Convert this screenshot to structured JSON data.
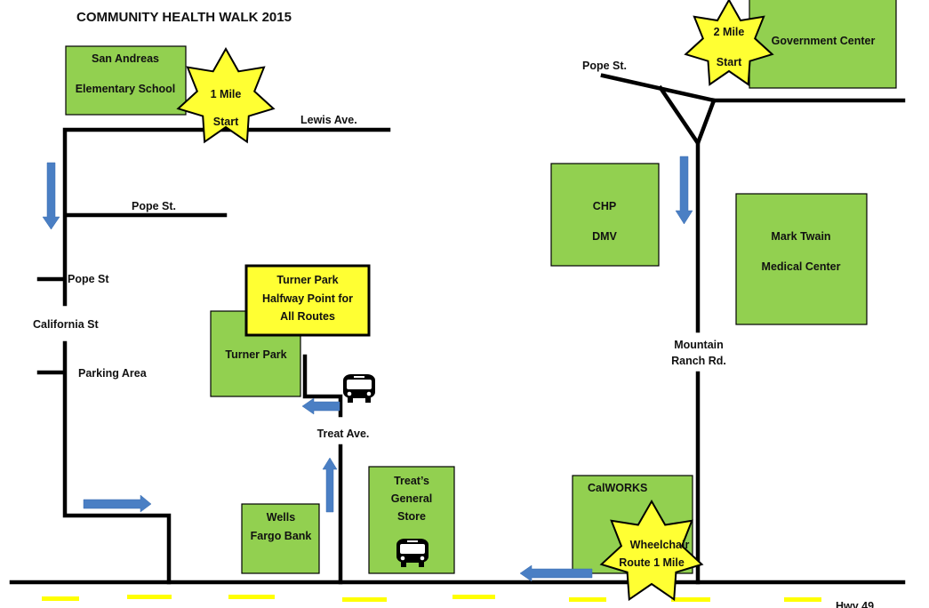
{
  "title": "COMMUNITY HEALTH WALK 2015",
  "buildings": {
    "school": [
      "San Andreas",
      "Elementary School"
    ],
    "government": "Government Center",
    "chp_dmv": [
      "CHP",
      "DMV"
    ],
    "medical": [
      "Mark Twain",
      "Medical Center"
    ],
    "turner_park": "Turner Park",
    "wells_fargo": [
      "Wells",
      "Fargo Bank"
    ],
    "treats": [
      "Treat’s",
      "General",
      "Store"
    ],
    "calworks": "CalWORKS"
  },
  "streets": {
    "lewis": "Lewis Ave.",
    "pope_upper": "Pope St.",
    "pope_left": "Pope St",
    "california": "California St",
    "parking": "Parking Area",
    "pope_right": "Pope St.",
    "mountain_ranch": [
      "Mountain",
      "Ranch Rd."
    ],
    "treat_ave": "Treat Ave.",
    "hwy": "Hwy 49"
  },
  "stars": {
    "one_mile": [
      "1 Mile",
      "Start"
    ],
    "two_mile": [
      "2 Mile",
      "Start"
    ],
    "wheelchair": [
      "Wheelchair",
      "Route 1 Mile"
    ]
  },
  "halfway_note": [
    "Turner Park",
    "Halfway Point for",
    "All Routes"
  ],
  "icons": [
    "bus-icon",
    "bus-icon"
  ],
  "colors": {
    "building": "#92d050",
    "star": "#ffff33",
    "arrow": "#4a7fc4",
    "road": "#000000",
    "lane_dash": "#ffff00"
  }
}
